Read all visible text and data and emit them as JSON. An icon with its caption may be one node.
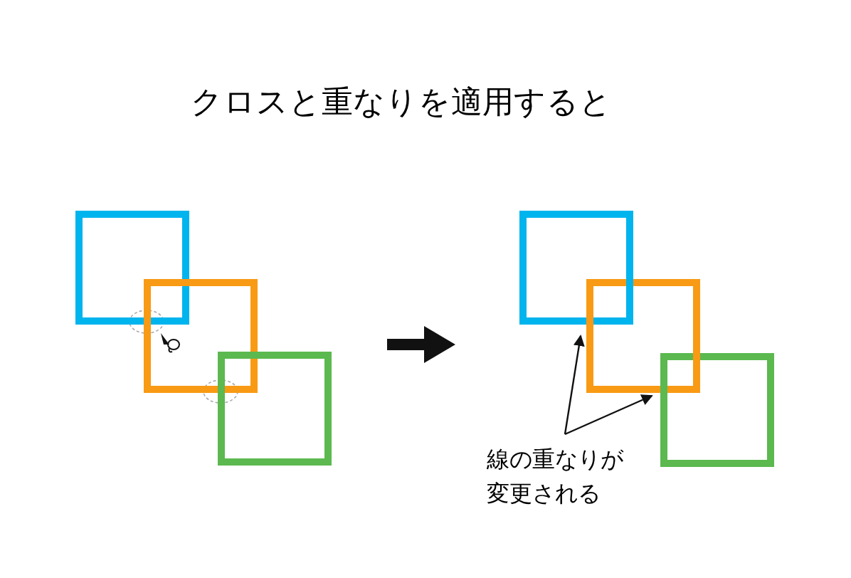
{
  "diagram": {
    "title": "クロスと重なりを適用すると",
    "nodes": [
      {
        "text": [],
        "shape": "box"
      },
      {
        "text": [],
        "shape": "box"
      },
      {
        "text": [],
        "shape": "box"
      },
      {
        "text": [],
        "shape": "box"
      },
      {
        "text": [],
        "shape": "box"
      },
      {
        "text": [],
        "shape": "box"
      },
      {
        "text": [
          "線の重なりが変更される"
        ]
      }
    ],
    "edges": [
      {
        "from": 6,
        "to": 4,
        "arrow": "to"
      },
      {
        "from": 6,
        "to": 4,
        "arrow": "to"
      }
    ]
  }
}
